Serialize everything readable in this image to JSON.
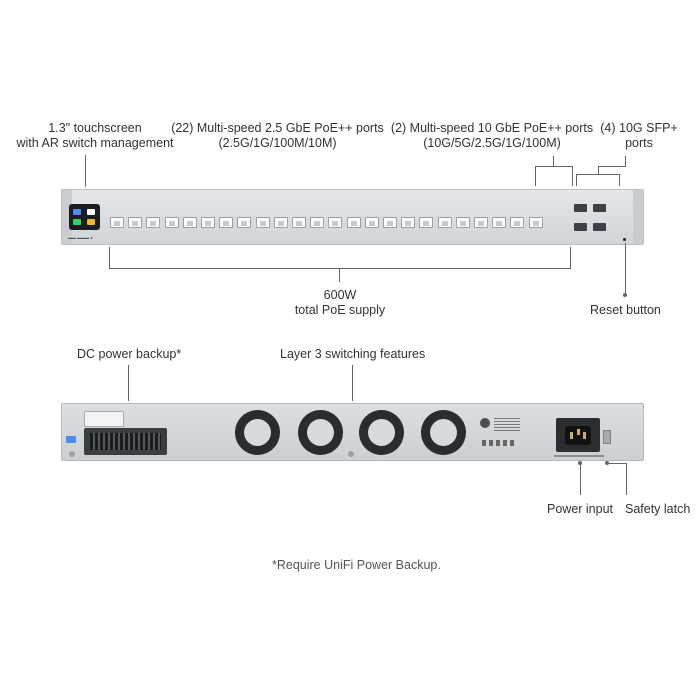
{
  "front": {
    "touchscreen_l1": "1.3\" touchscreen",
    "touchscreen_l2": "with AR switch management",
    "ports25_l1": "(22) Multi-speed 2.5 GbE PoE++ ports",
    "ports25_l2": "(2.5G/1G/100M/10M)",
    "ports10_l1": "(2) Multi-speed 10 GbE PoE++ ports",
    "ports10_l2": "(10G/5G/2.5G/1G/100M)",
    "sfp_l1": "(4) 10G SFP+",
    "sfp_l2": "ports",
    "poe_l1": "600W",
    "poe_l2": "total PoE supply",
    "reset": "Reset button"
  },
  "back": {
    "dc_backup": "DC power backup*",
    "layer3": "Layer 3 switching features",
    "power_input": "Power input",
    "safety_latch": "Safety latch"
  },
  "footnote": "*Require UniFi Power Backup.",
  "colors": {
    "chassis": "#d9dcdf",
    "fan": "#2a2c30",
    "leader_line": "#666666"
  }
}
